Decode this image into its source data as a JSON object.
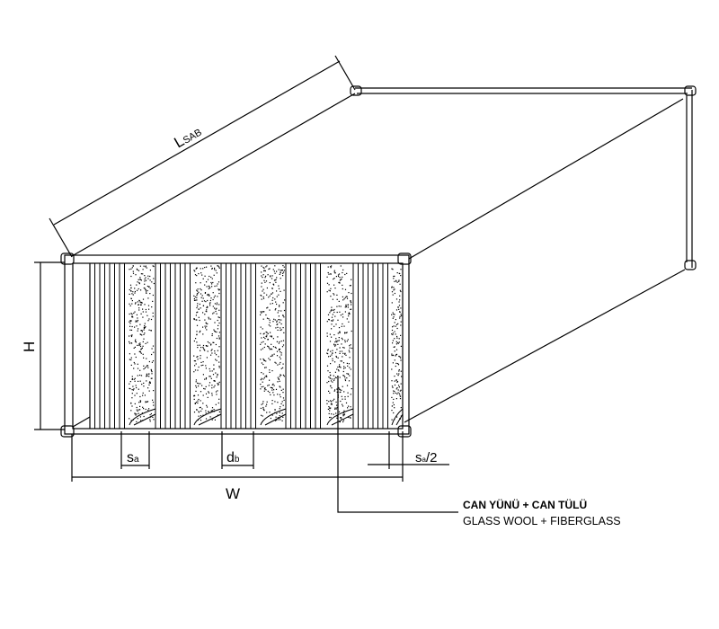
{
  "dimensions": {
    "length": {
      "main": "L",
      "sub": "SAB"
    },
    "height": "H",
    "width": "W",
    "gap": {
      "main": "s",
      "sub": "a"
    },
    "baffle_thickness": {
      "main": "d",
      "sub": "b"
    },
    "half_gap": {
      "main": "s",
      "sub": "a",
      "suffix": "/2"
    }
  },
  "callout": {
    "line1": "CAN YÜNÜ + CAN TÜLÜ",
    "line2": "GLASS WOOL + FIBERGLASS"
  },
  "colors": {
    "stroke": "#000000",
    "background": "#ffffff"
  }
}
